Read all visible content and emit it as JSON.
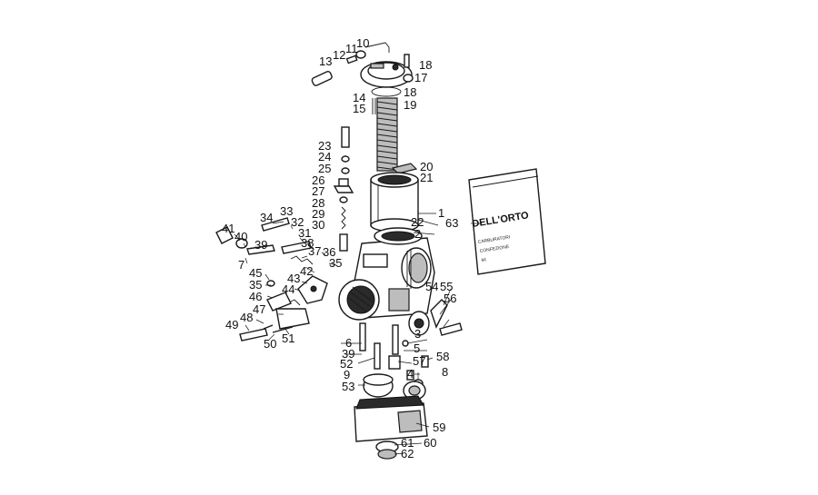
{
  "callouts": [
    {
      "id": "c1",
      "text": "1"
    },
    {
      "id": "c2",
      "text": "2"
    },
    {
      "id": "c3",
      "text": "3"
    },
    {
      "id": "c4",
      "text": "4"
    },
    {
      "id": "c5",
      "text": "5"
    },
    {
      "id": "c6",
      "text": "6"
    },
    {
      "id": "c7",
      "text": "7"
    },
    {
      "id": "c8",
      "text": "8"
    },
    {
      "id": "c9",
      "text": "9"
    },
    {
      "id": "c10",
      "text": "10"
    },
    {
      "id": "c11",
      "text": "11"
    },
    {
      "id": "c12",
      "text": "12"
    },
    {
      "id": "c13",
      "text": "13"
    },
    {
      "id": "c14",
      "text": "14"
    },
    {
      "id": "c15",
      "text": "15"
    },
    {
      "id": "c17",
      "text": "17"
    },
    {
      "id": "c18a",
      "text": "18"
    },
    {
      "id": "c18b",
      "text": "18"
    },
    {
      "id": "c19",
      "text": "19"
    },
    {
      "id": "c20",
      "text": "20"
    },
    {
      "id": "c21",
      "text": "21"
    },
    {
      "id": "c22",
      "text": "22"
    },
    {
      "id": "c23",
      "text": "23"
    },
    {
      "id": "c24",
      "text": "24"
    },
    {
      "id": "c25",
      "text": "25"
    },
    {
      "id": "c26",
      "text": "26"
    },
    {
      "id": "c27",
      "text": "27"
    },
    {
      "id": "c28",
      "text": "28"
    },
    {
      "id": "c29",
      "text": "29"
    },
    {
      "id": "c30",
      "text": "30"
    },
    {
      "id": "c31",
      "text": "31"
    },
    {
      "id": "c32",
      "text": "32"
    },
    {
      "id": "c33",
      "text": "33"
    },
    {
      "id": "c34",
      "text": "34"
    },
    {
      "id": "c35a",
      "text": "35"
    },
    {
      "id": "c35b",
      "text": "35"
    },
    {
      "id": "c36",
      "text": "36"
    },
    {
      "id": "c37",
      "text": "37"
    },
    {
      "id": "c38",
      "text": "38"
    },
    {
      "id": "c39a",
      "text": "39"
    },
    {
      "id": "c39b",
      "text": "39"
    },
    {
      "id": "c40",
      "text": "40"
    },
    {
      "id": "c41",
      "text": "41"
    },
    {
      "id": "c42",
      "text": "42"
    },
    {
      "id": "c43",
      "text": "43"
    },
    {
      "id": "c44",
      "text": "44"
    },
    {
      "id": "c45",
      "text": "45"
    },
    {
      "id": "c46",
      "text": "46"
    },
    {
      "id": "c47",
      "text": "47"
    },
    {
      "id": "c48",
      "text": "48"
    },
    {
      "id": "c49",
      "text": "49"
    },
    {
      "id": "c50",
      "text": "50"
    },
    {
      "id": "c51",
      "text": "51"
    },
    {
      "id": "c52",
      "text": "52"
    },
    {
      "id": "c53",
      "text": "53"
    },
    {
      "id": "c54",
      "text": "54"
    },
    {
      "id": "c55",
      "text": "55"
    },
    {
      "id": "c56",
      "text": "56"
    },
    {
      "id": "c57",
      "text": "57"
    },
    {
      "id": "c58",
      "text": "58"
    },
    {
      "id": "c59",
      "text": "59"
    },
    {
      "id": "c60",
      "text": "60"
    },
    {
      "id": "c61",
      "text": "61"
    },
    {
      "id": "c62",
      "text": "62"
    },
    {
      "id": "c63",
      "text": "63"
    }
  ],
  "kit_bag": {
    "brand": "DELL'ORTO",
    "line1": "CARBURATORI",
    "line2": "CONFEZIONE",
    "line3": "kit"
  }
}
